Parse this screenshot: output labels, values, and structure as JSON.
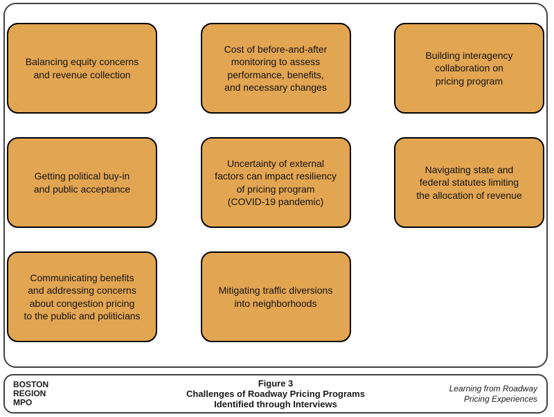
{
  "figure": {
    "box_fill": "#E2A552",
    "box_border": "#000000",
    "panel_border": "#3F3F3F",
    "boxes": [
      {
        "text": "Balancing equity concerns\nand revenue collection"
      },
      {
        "text": "Cost of before-and-after\nmonitoring to assess\nperformance, benefits,\nand necessary changes"
      },
      {
        "text": "Building interagency\ncollaboration on\npricing program"
      },
      {
        "text": "Getting political buy-in\nand public acceptance"
      },
      {
        "text": "Uncertainty of external\nfactors can impact resiliency\nof pricing program\n(COVID-19 pandemic)"
      },
      {
        "text": "Navigating state and\nfederal statutes limiting\nthe allocation of revenue"
      },
      {
        "text": "Communicating benefits\nand addressing concerns\nabout congestion pricing\nto the public and politicians"
      },
      {
        "text": "Mitigating traffic diversions\ninto neighborhoods"
      }
    ]
  },
  "footer": {
    "logo": "BOSTON\nREGION\nMPO",
    "caption": "Figure 3\nChallenges of Roadway Pricing Programs\nIdentified through Interviews",
    "source": "Learning from Roadway\nPricing Experiences"
  }
}
